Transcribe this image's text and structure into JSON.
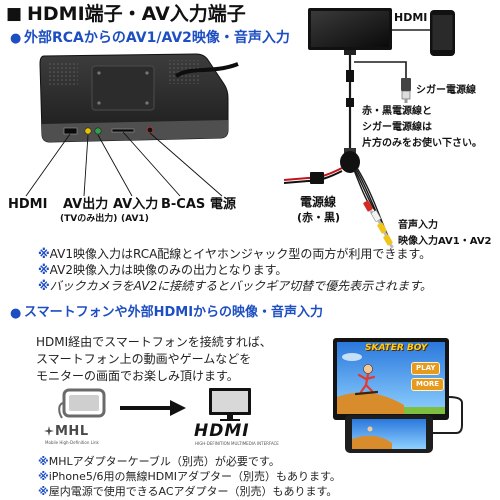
{
  "colors": {
    "accent": "#1d4ec2",
    "text": "#1a1a1a",
    "note_mark": "#1d4ec2"
  },
  "header": {
    "bullet": "■",
    "title": "HDMI端子・AV入力端子"
  },
  "section_av": {
    "bullet": "●",
    "heading": "外部RCAからのAV1/AV2映像・音声入力",
    "port_labels": {
      "hdmi": "HDMI",
      "av_out": "AV出力",
      "av_out_note": "(TVのみ出力)",
      "av_in": "AV入力",
      "av_in_note": "(AV1)",
      "bcas": "B-CAS",
      "power": "電源"
    },
    "wiring": {
      "hdmi": "HDMI",
      "cigar_cable": "シガー電源線",
      "power_notice": [
        "赤・黒電源線と",
        "シガー電源線は",
        "片方のみをお使い下さい。"
      ],
      "power_cable": "電源線",
      "power_cable_colors": "(赤・黒)",
      "audio_in": "音声入力",
      "video_in": "映像入力AV1・AV2"
    },
    "note_mark": "※",
    "notes": [
      "AV1映像入力はRCA配線とイヤホンジャック型の両方が利用できます。",
      "AV2映像入力は映像のみの出力となります。",
      "バックカメラをAV2に接続するとバックギア切替で優先表示されます。"
    ]
  },
  "section_hdmi": {
    "bullet": "●",
    "heading": "スマートフォンや外部HDMIからの映像・音声入力",
    "description": [
      "HDMI経由でスマートフォンを接続すれば、",
      "スマートフォン上の動画やゲームなどを",
      "モニターの画面でお楽しみ頂けます。"
    ],
    "logos": {
      "mhl": "MHL",
      "mhl_tagline": "Mobile High-Definition Link",
      "hdmi": "HDMI",
      "hdmi_tagline": "HIGH-DEFINITION MULTIMEDIA INTERFACE"
    },
    "game_screen": {
      "title": "SKATER BOY",
      "buttons": [
        "PLAY",
        "MORE"
      ]
    },
    "note_mark": "※",
    "notes": [
      "MHLアダプターケーブル（別売）が必要です。",
      "iPhone5/6用の無線HDMIアダプター（別売）もあります。",
      "屋内電源で使用できるACアダプター（別売）もあります。"
    ]
  }
}
